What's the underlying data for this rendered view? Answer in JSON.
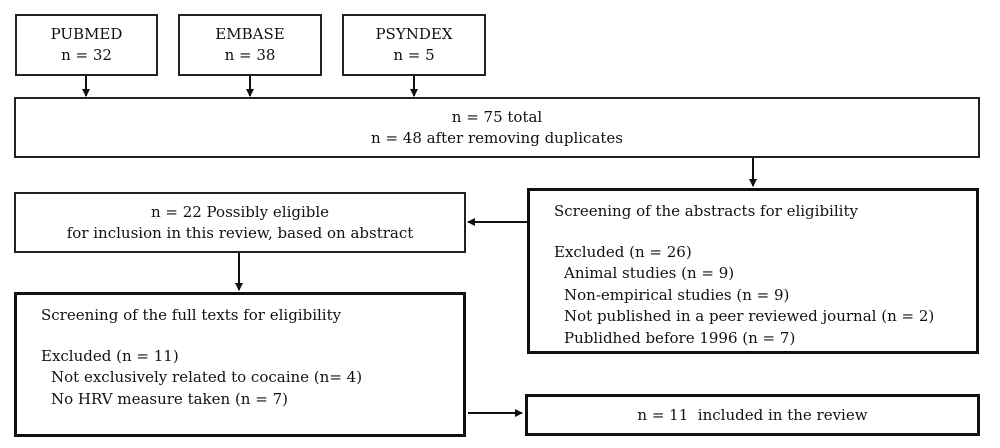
{
  "sources": [
    {
      "name": "PUBMED",
      "count": "n = 32"
    },
    {
      "name": "EMBASE",
      "count": "n = 38"
    },
    {
      "name": "PSYNDEX",
      "count": "n = 5"
    }
  ],
  "total": {
    "line1": "n = 75 total",
    "line2": "n = 48 after removing duplicates"
  },
  "abstract_screening": {
    "title": "Screening of the abstracts for eligibility",
    "excluded": "Excluded (n = 26)",
    "reasons": [
      "Animal studies (n = 9)",
      "Non-empirical studies (n = 9)",
      "Not published in a peer reviewed journal (n = 2)",
      "Publidhed before 1996 (n = 7)"
    ]
  },
  "possibly_eligible": {
    "line1": "n = 22 Possibly eligible",
    "line2": "for inclusion in this review, based on abstract"
  },
  "fulltext_screening": {
    "title": "Screening of the full texts for eligibility",
    "excluded": "Excluded (n = 11)",
    "reasons": [
      "Not exclusively related to cocaine (n= 4)",
      "No HRV measure taken (n = 7)"
    ]
  },
  "included": {
    "label": "n = 11  included in the review"
  }
}
